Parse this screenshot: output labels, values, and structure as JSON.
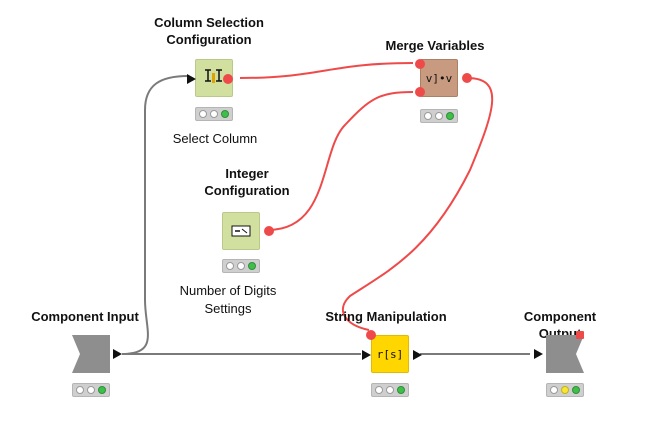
{
  "colors": {
    "config_node": "#d1df9f",
    "merge_node": "#c89b80",
    "manip_node": "#ffd600",
    "component_node": "#8e8e8e",
    "flow_variable_connection": "#ef4a4a",
    "data_connection": "#7a7a7a",
    "status_green": "#3fbf4a",
    "status_yellow": "#f7e633"
  },
  "nodes": {
    "column_selection": {
      "title": "Column Selection\nConfiguration",
      "label": "Select Column",
      "icon": "column-select-icon",
      "status": [
        "idle",
        "idle",
        "green"
      ]
    },
    "merge_variables": {
      "title": "Merge Variables",
      "label": "",
      "icon": "merge-variables-icon",
      "glyph": "v]•v",
      "status": [
        "idle",
        "idle",
        "green"
      ]
    },
    "integer_config": {
      "title": "Integer\nConfiguration",
      "label": "Number of Digits\nSettings",
      "icon": "integer-config-icon",
      "status": [
        "idle",
        "idle",
        "green"
      ]
    },
    "component_input": {
      "title": "Component Input",
      "icon": "component-input-icon",
      "status": [
        "idle",
        "idle",
        "green"
      ]
    },
    "string_manipulation": {
      "title": "String Manipulation",
      "icon": "string-manipulation-icon",
      "glyph": "r[s]",
      "status": [
        "idle",
        "idle",
        "green"
      ]
    },
    "component_output": {
      "title": "Component Output",
      "icon": "component-output-icon",
      "status": [
        "idle",
        "yellow",
        "green"
      ]
    }
  }
}
